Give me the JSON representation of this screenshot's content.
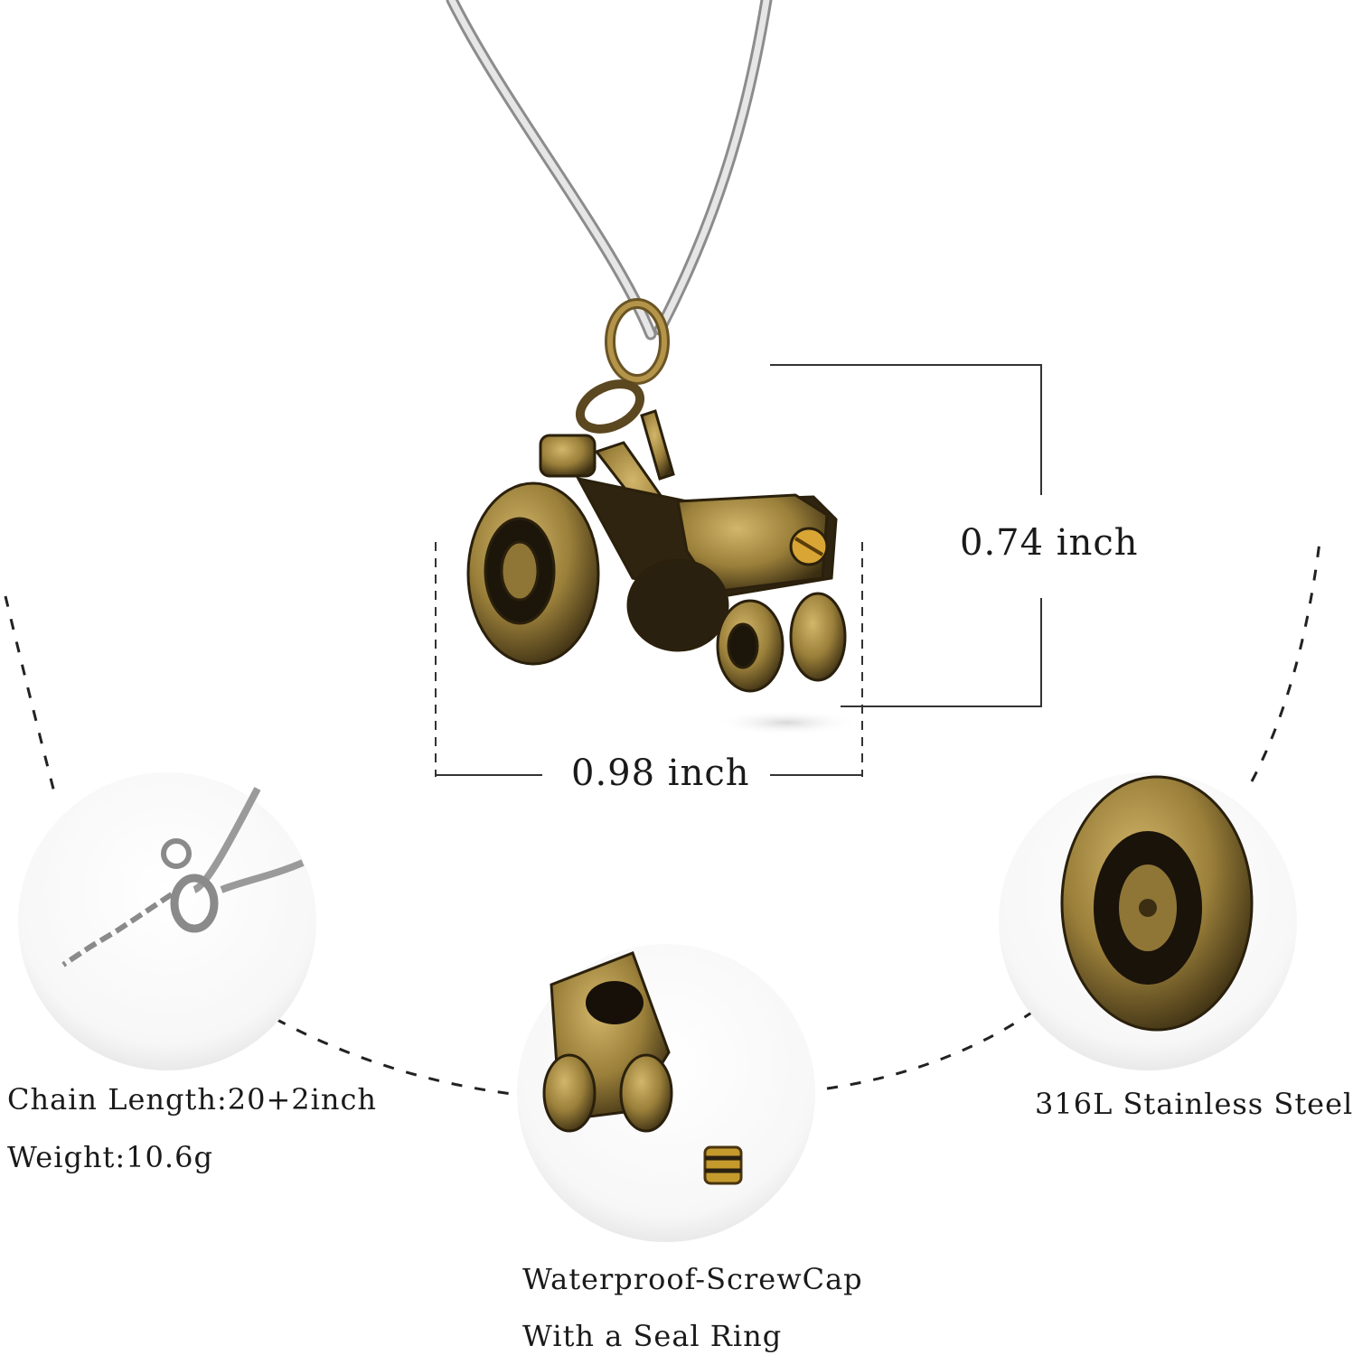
{
  "dimensions": {
    "height_label": "0.74 inch",
    "width_label": "0.98 inch"
  },
  "features": {
    "chain": {
      "line1": "Chain Length:20+2inch",
      "line2": "Weight:10.6g"
    },
    "screwcap": {
      "line1": "Waterproof-ScrewCap",
      "line2": "With a Seal Ring"
    },
    "material": {
      "line1": "316L Stainless Steel"
    }
  },
  "colors": {
    "bronze": "#9a7f3a",
    "bronze_dark": "#3b2e12",
    "steel": "#c9c9c9",
    "dashes": "#222222"
  },
  "icons": {
    "pendant": "tractor-pendant-image",
    "chain_detail": "lobster-clasp-image",
    "screwcap_detail": "screw-cap-image",
    "wheel_detail": "tractor-wheel-image"
  }
}
